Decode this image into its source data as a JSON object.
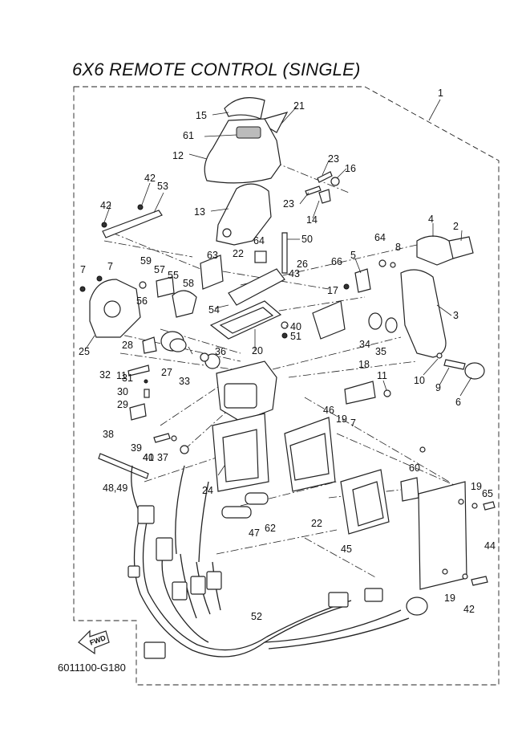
{
  "title": "6X6 REMOTE CONTROL (SINGLE)",
  "figure_code": "6011100-G180",
  "fwd_label": "FWD",
  "callouts": [
    {
      "id": "c1",
      "text": "1"
    },
    {
      "id": "c2",
      "text": "2"
    },
    {
      "id": "c3",
      "text": "3"
    },
    {
      "id": "c4",
      "text": "4"
    },
    {
      "id": "c5",
      "text": "5"
    },
    {
      "id": "c6",
      "text": "6"
    },
    {
      "id": "c7a",
      "text": "7"
    },
    {
      "id": "c7b",
      "text": "7"
    },
    {
      "id": "c7c",
      "text": "7"
    },
    {
      "id": "c8",
      "text": "8"
    },
    {
      "id": "c9",
      "text": "9"
    },
    {
      "id": "c10",
      "text": "10"
    },
    {
      "id": "c11a",
      "text": "11"
    },
    {
      "id": "c11b",
      "text": "11"
    },
    {
      "id": "c12",
      "text": "12"
    },
    {
      "id": "c13",
      "text": "13"
    },
    {
      "id": "c14",
      "text": "14"
    },
    {
      "id": "c15",
      "text": "15"
    },
    {
      "id": "c16",
      "text": "16"
    },
    {
      "id": "c17",
      "text": "17"
    },
    {
      "id": "c18",
      "text": "18"
    },
    {
      "id": "c19a",
      "text": "19"
    },
    {
      "id": "c19b",
      "text": "19"
    },
    {
      "id": "c19c",
      "text": "19"
    },
    {
      "id": "c20",
      "text": "20"
    },
    {
      "id": "c21",
      "text": "21"
    },
    {
      "id": "c22a",
      "text": "22"
    },
    {
      "id": "c22b",
      "text": "22"
    },
    {
      "id": "c23a",
      "text": "23"
    },
    {
      "id": "c23b",
      "text": "23"
    },
    {
      "id": "c24",
      "text": "24"
    },
    {
      "id": "c25",
      "text": "25"
    },
    {
      "id": "c26",
      "text": "26"
    },
    {
      "id": "c27",
      "text": "27"
    },
    {
      "id": "c28",
      "text": "28"
    },
    {
      "id": "c29",
      "text": "29"
    },
    {
      "id": "c30",
      "text": "30"
    },
    {
      "id": "c31",
      "text": "31"
    },
    {
      "id": "c32",
      "text": "32"
    },
    {
      "id": "c33",
      "text": "33"
    },
    {
      "id": "c34",
      "text": "34"
    },
    {
      "id": "c35",
      "text": "35"
    },
    {
      "id": "c36",
      "text": "36"
    },
    {
      "id": "c37",
      "text": "37"
    },
    {
      "id": "c38",
      "text": "38"
    },
    {
      "id": "c39",
      "text": "39"
    },
    {
      "id": "c40a",
      "text": "40"
    },
    {
      "id": "c40b",
      "text": "40"
    },
    {
      "id": "c41",
      "text": "41"
    },
    {
      "id": "c42a",
      "text": "42"
    },
    {
      "id": "c42b",
      "text": "42"
    },
    {
      "id": "c42c",
      "text": "42"
    },
    {
      "id": "c43",
      "text": "43"
    },
    {
      "id": "c44",
      "text": "44"
    },
    {
      "id": "c45",
      "text": "45"
    },
    {
      "id": "c46",
      "text": "46"
    },
    {
      "id": "c47",
      "text": "47"
    },
    {
      "id": "c4849",
      "text": "48,49"
    },
    {
      "id": "c50",
      "text": "50"
    },
    {
      "id": "c51",
      "text": "51"
    },
    {
      "id": "c52",
      "text": "52"
    },
    {
      "id": "c53",
      "text": "53"
    },
    {
      "id": "c54",
      "text": "54"
    },
    {
      "id": "c55",
      "text": "55"
    },
    {
      "id": "c56",
      "text": "56"
    },
    {
      "id": "c57",
      "text": "57"
    },
    {
      "id": "c58",
      "text": "58"
    },
    {
      "id": "c59",
      "text": "59"
    },
    {
      "id": "c60",
      "text": "60"
    },
    {
      "id": "c61",
      "text": "61"
    },
    {
      "id": "c62",
      "text": "62"
    },
    {
      "id": "c63",
      "text": "63"
    },
    {
      "id": "c64a",
      "text": "64"
    },
    {
      "id": "c64b",
      "text": "64"
    },
    {
      "id": "c65",
      "text": "65"
    },
    {
      "id": "c66",
      "text": "66"
    }
  ]
}
